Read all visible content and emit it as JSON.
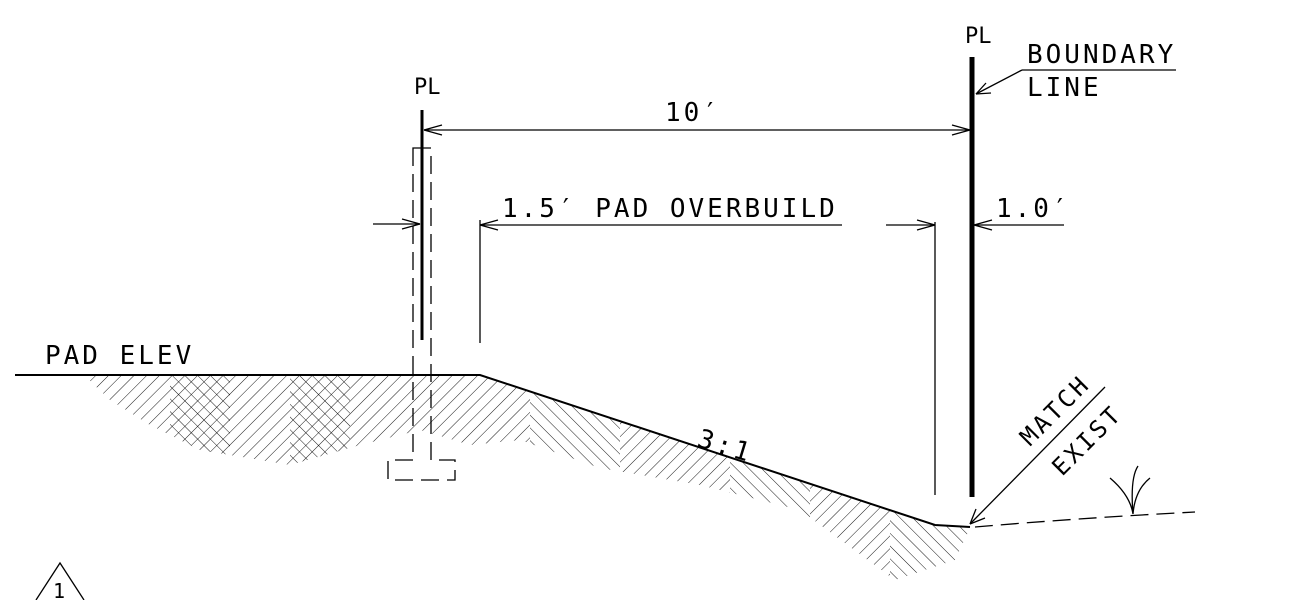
{
  "labels": {
    "property_line_symbol": "PL",
    "boundary_line_top": "BOUNDARY",
    "boundary_line_bottom": "LINE",
    "dim_ten": "10′",
    "pad_overbuild": "1.5′ PAD OVERBUILD",
    "dim_one": "1.0′",
    "pad_elev": "PAD ELEV",
    "slope": "3:1",
    "match_line1": "MATCH",
    "match_line2": "EXIST",
    "detail_number": "1"
  },
  "colors": {
    "ink": "#000000",
    "paper": "#ffffff"
  }
}
